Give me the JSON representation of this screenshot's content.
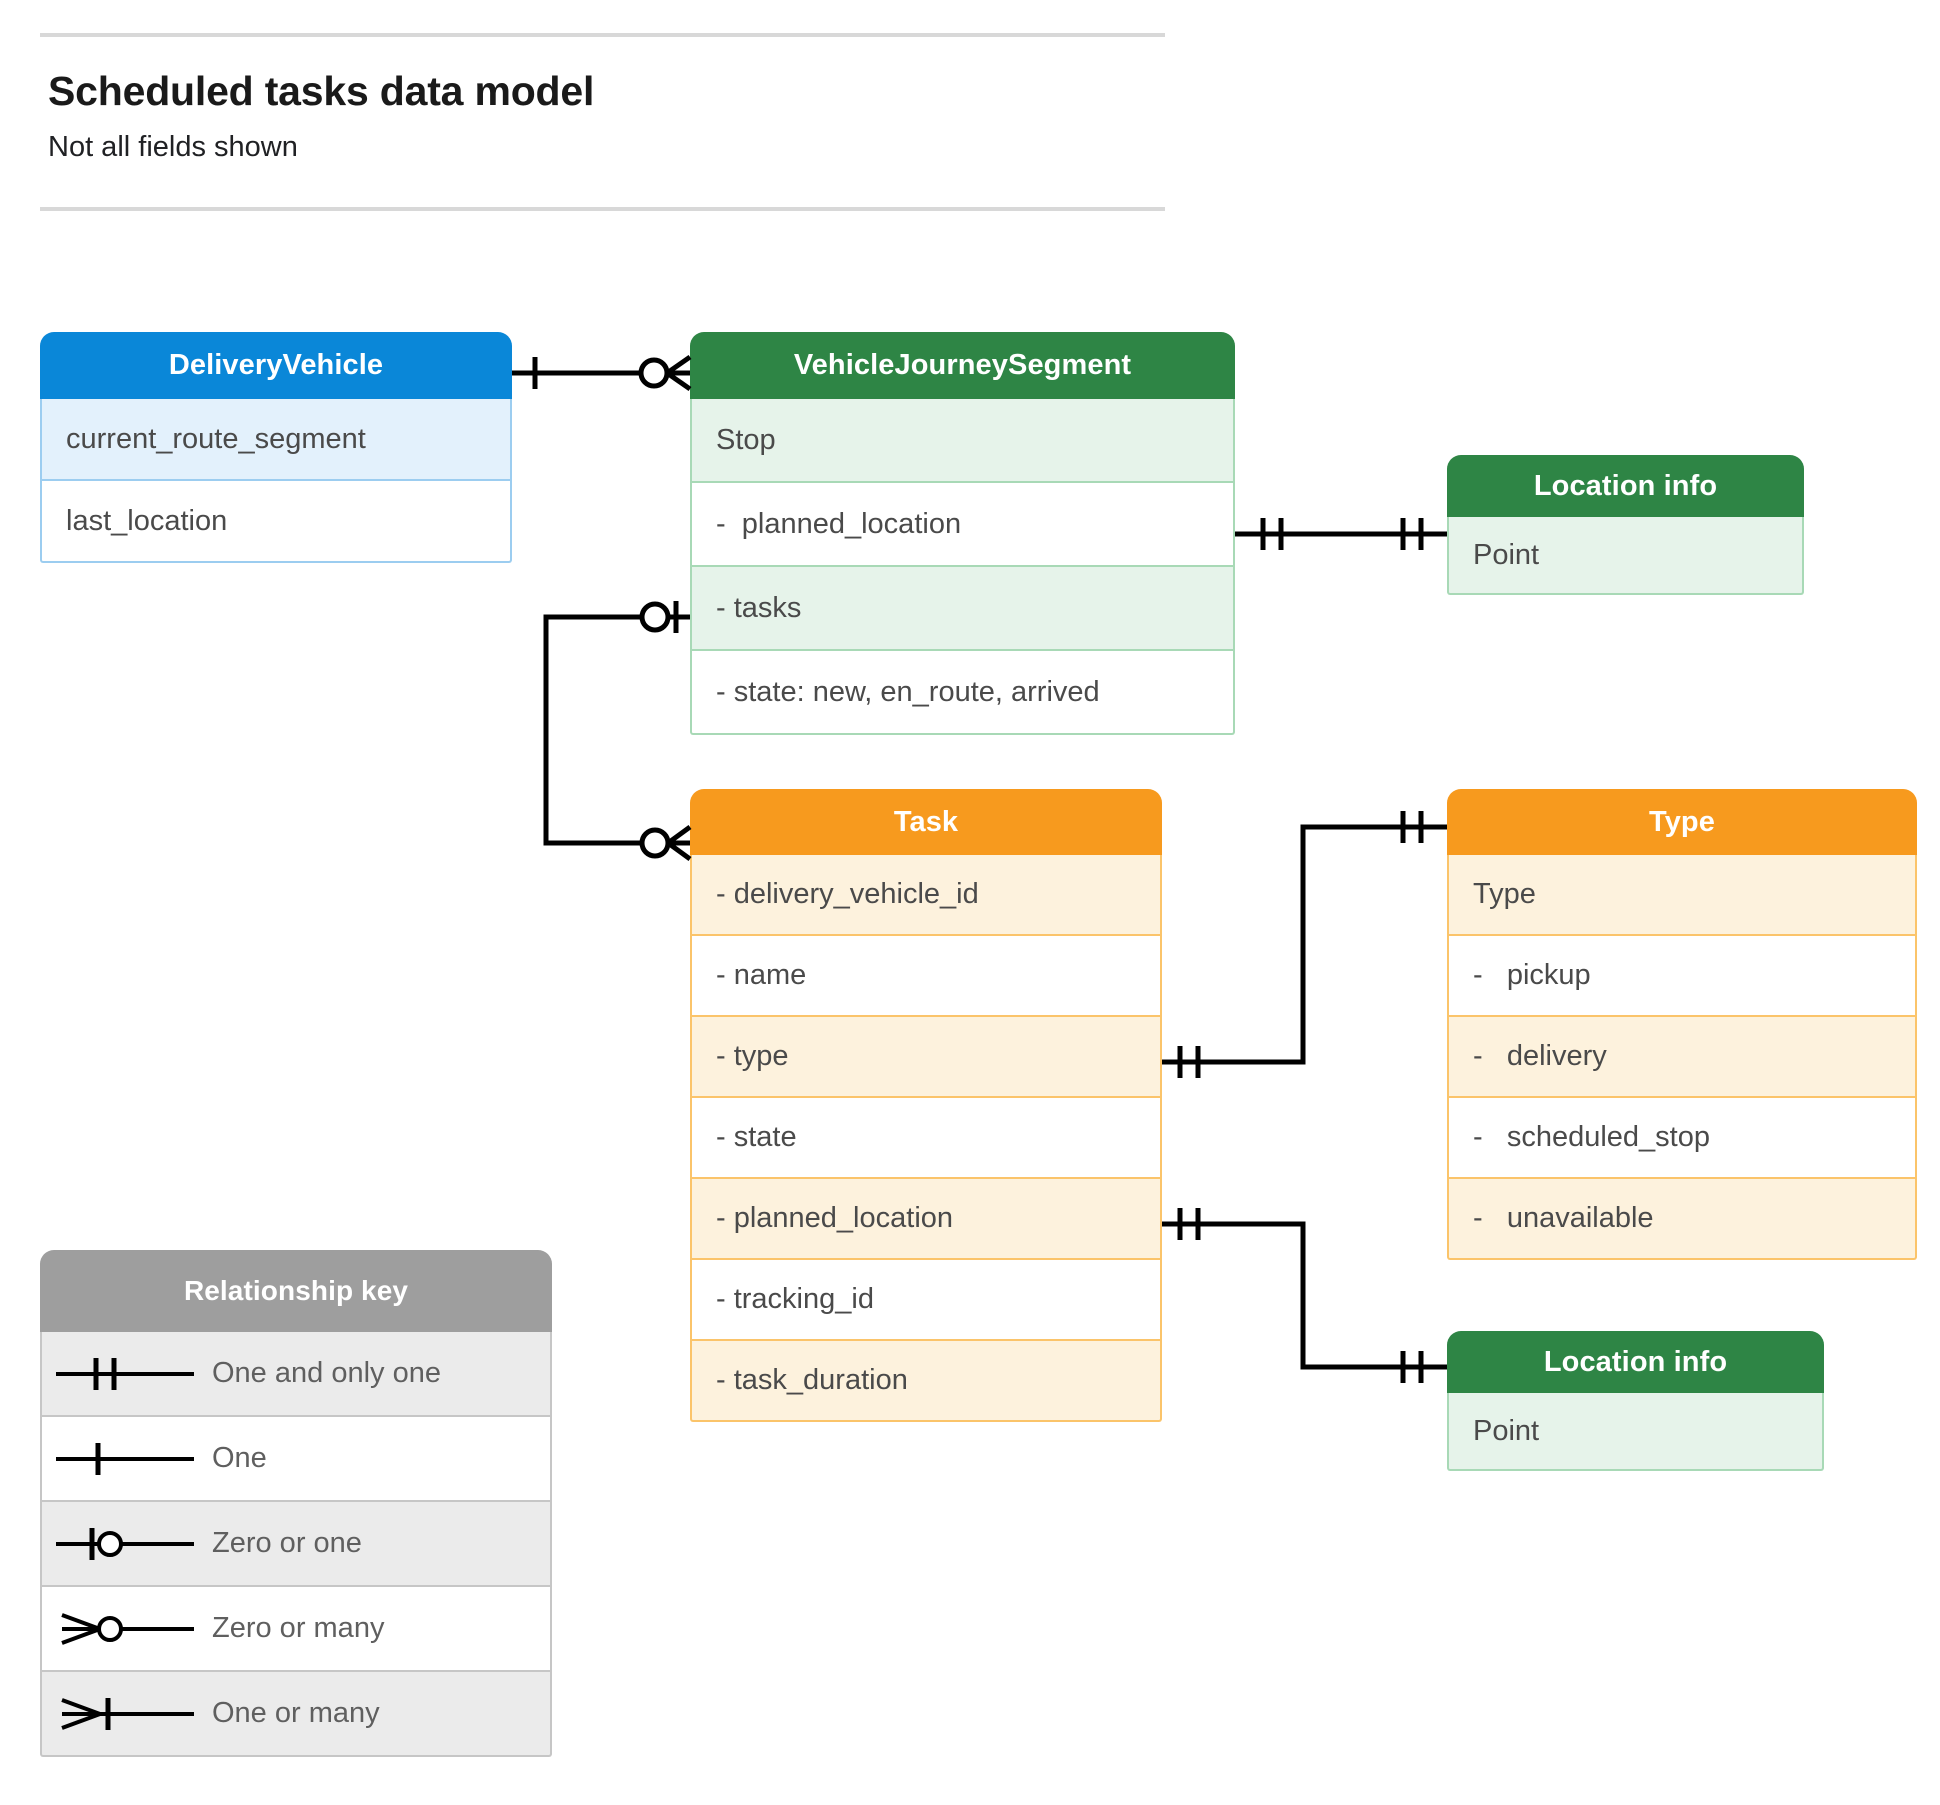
{
  "header": {
    "title": "Scheduled tasks data model",
    "subtitle": "Not all fields shown"
  },
  "entities": [
    {
      "id": "delivery-vehicle",
      "name": "DeliveryVehicle",
      "color": "#0a87d8",
      "rows": [
        "current_route_segment",
        "last_location"
      ]
    },
    {
      "id": "vehicle-journey-segment",
      "name": "VehicleJourneySegment",
      "color": "#2e8545",
      "rows": [
        "Stop",
        "-  planned_location",
        "- tasks",
        "- state: new, en_route, arrived"
      ]
    },
    {
      "id": "location-info-1",
      "name": "Location info",
      "color": "#2e8545",
      "rows": [
        "Point"
      ]
    },
    {
      "id": "task",
      "name": "Task",
      "color": "#f79a1e",
      "rows": [
        "- delivery_vehicle_id",
        "- name",
        "- type",
        "- state",
        "- planned_location",
        "- tracking_id",
        "- task_duration"
      ]
    },
    {
      "id": "type",
      "name": "Type",
      "color": "#f79a1e",
      "rows": [
        "Type",
        "-   pickup",
        "-   delivery",
        "-   scheduled_stop",
        "-   unavailable"
      ]
    },
    {
      "id": "location-info-2",
      "name": "Location info",
      "color": "#2e8545",
      "rows": [
        "Point"
      ]
    }
  ],
  "legend": {
    "title": "Relationship key",
    "items": [
      {
        "symbol": "one-and-only-one",
        "label": "One and only one"
      },
      {
        "symbol": "one",
        "label": "One"
      },
      {
        "symbol": "zero-or-one",
        "label": "Zero or one"
      },
      {
        "symbol": "zero-or-many",
        "label": "Zero or many"
      },
      {
        "symbol": "one-or-many",
        "label": "One or many"
      }
    ]
  },
  "relationships": [
    {
      "id": "deliveryvehicle-to-vjs",
      "from": "DeliveryVehicle",
      "to": "VehicleJourneySegment",
      "from_cardinality": "One",
      "to_cardinality": "Zero or many"
    },
    {
      "id": "vjs-plannedlocation-to-locationinfo",
      "from": "VehicleJourneySegment.planned_location",
      "to": "Location info",
      "from_cardinality": "One and only one",
      "to_cardinality": "One and only one"
    },
    {
      "id": "vjs-tasks-to-task",
      "from": "VehicleJourneySegment.tasks",
      "to": "Task",
      "from_cardinality": "Zero or one",
      "to_cardinality": "Zero or many"
    },
    {
      "id": "task-type-to-type",
      "from": "Task.type",
      "to": "Type",
      "from_cardinality": "One and only one",
      "to_cardinality": "One and only one"
    },
    {
      "id": "task-plannedlocation-to-locationinfo",
      "from": "Task.planned_location",
      "to": "Location info",
      "from_cardinality": "One and only one",
      "to_cardinality": "One and only one"
    }
  ],
  "colors": {
    "blue": "#0a87d8",
    "green": "#2e8545",
    "orange": "#f79a1e",
    "grey": "#9e9e9e",
    "line": "#000000",
    "rule": "#d8d8d8"
  }
}
